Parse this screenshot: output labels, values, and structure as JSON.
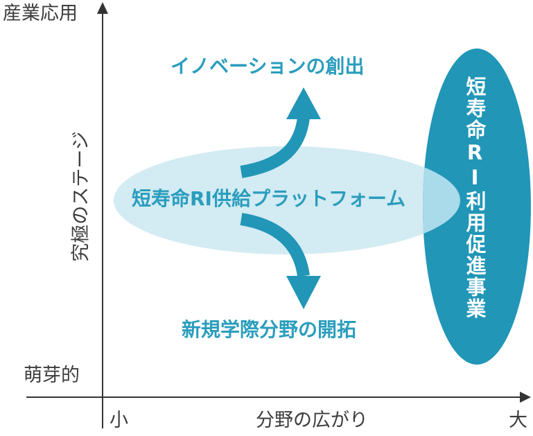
{
  "y_axis": {
    "top_label": "産業応用",
    "bottom_label": "萌芽的",
    "title": "究極のステージ"
  },
  "x_axis": {
    "left_label": "小",
    "right_label": "大",
    "title": "分野の広がり"
  },
  "platform_label": "短寿命RI供給プラットフォーム",
  "up_outcome": "イノベーションの創出",
  "down_outcome": "新規学際分野の開拓",
  "program_label": "短寿命RI利用促進事業",
  "colors": {
    "teal": "#2196b7",
    "light_ellipse": "#cde9f2",
    "overlap": "#9fd6e6",
    "text_teal": "#2a9dbd",
    "axis": "#333333"
  }
}
